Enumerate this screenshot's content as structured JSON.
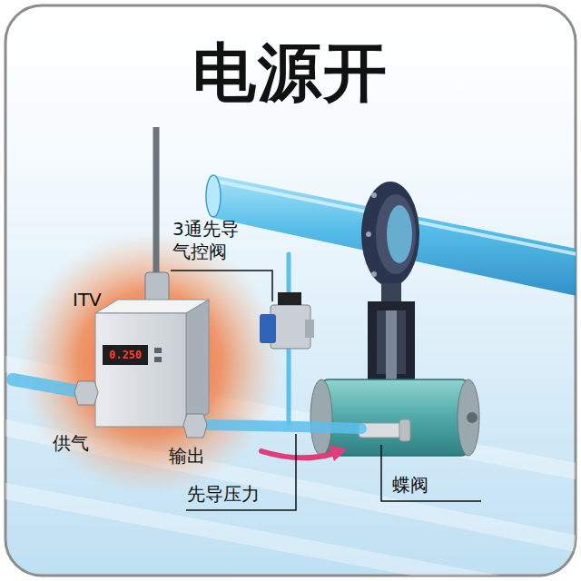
{
  "diagram": {
    "title": "电源开",
    "labels": [
      "ITV",
      "0.250",
      "3通先导 气控阀",
      "供气",
      "输出",
      "先导压力",
      "蝶阀"
    ]
  }
}
